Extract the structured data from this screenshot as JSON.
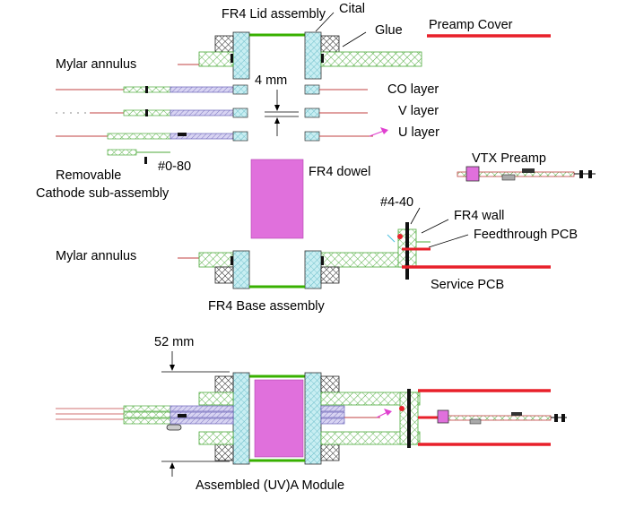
{
  "labels": {
    "lid": "FR4 Lid assembly",
    "cital": "Cital",
    "glue": "Glue",
    "preamp_cover": "Preamp Cover",
    "mylar_top": "Mylar annulus",
    "gap": "4 mm",
    "co_layer": "CO layer",
    "v_layer": "V layer",
    "u_layer": "U layer",
    "screw_small": "#0-80",
    "removable_1": "Removable",
    "removable_2": "Cathode sub-assembly",
    "dowel": "FR4 dowel",
    "vtx_preamp": "VTX Preamp",
    "screw_large": "#4-40",
    "fr4_wall": "FR4 wall",
    "feedthrough": "Feedthrough PCB",
    "mylar_mid": "Mylar annulus",
    "service_pcb": "Service PCB",
    "base": "FR4 Base assembly",
    "height": "52  mm",
    "assembled": "Assembled (UV)A Module"
  },
  "colors": {
    "pcb_red": "#e8202a",
    "fr4_green": "#38b000",
    "hatch_green": "#6cc04a",
    "cyan_block": "#bfe9ee",
    "dowel_magenta": "#e070dc",
    "purple_strip": "#8a80c8",
    "wire": "#c04040"
  },
  "icons": [
    "cross-hatch",
    "screw",
    "connector-pin"
  ]
}
